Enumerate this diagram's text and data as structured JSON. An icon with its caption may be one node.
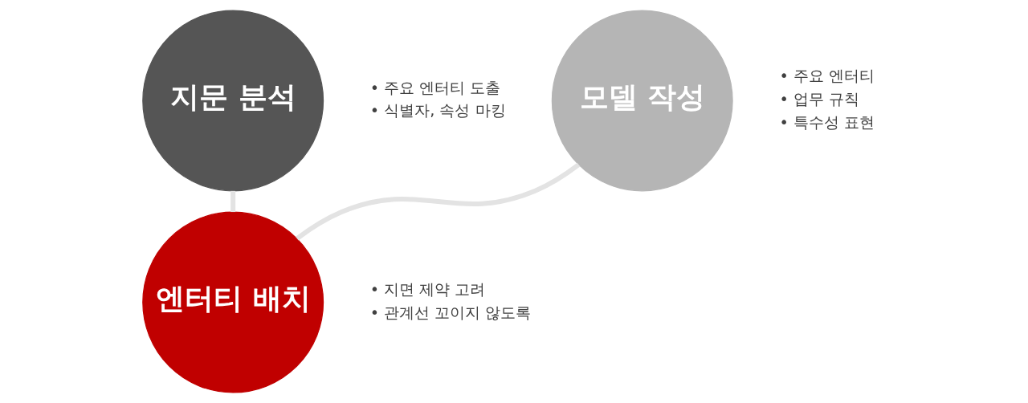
{
  "diagram": {
    "nodes": [
      {
        "text": [
          "지문 분석"
        ],
        "beside": [
          "• 주요 엔터티 도출",
          "• 식별자, 속성 마킹"
        ]
      },
      {
        "text": [
          "모델 작성"
        ],
        "beside": [
          "• 주요 엔터티",
          "• 업무 규칙",
          "• 특수성 표현"
        ]
      },
      {
        "text": [
          "엔터티 배치"
        ],
        "beside": [
          "• 지면 제약 고려",
          "• 관계선 꼬이지 않도록"
        ]
      }
    ],
    "edges": [
      {
        "from": 0,
        "to": 2,
        "arrow": "none"
      },
      {
        "from": 2,
        "to": 1,
        "arrow": "none"
      }
    ]
  }
}
